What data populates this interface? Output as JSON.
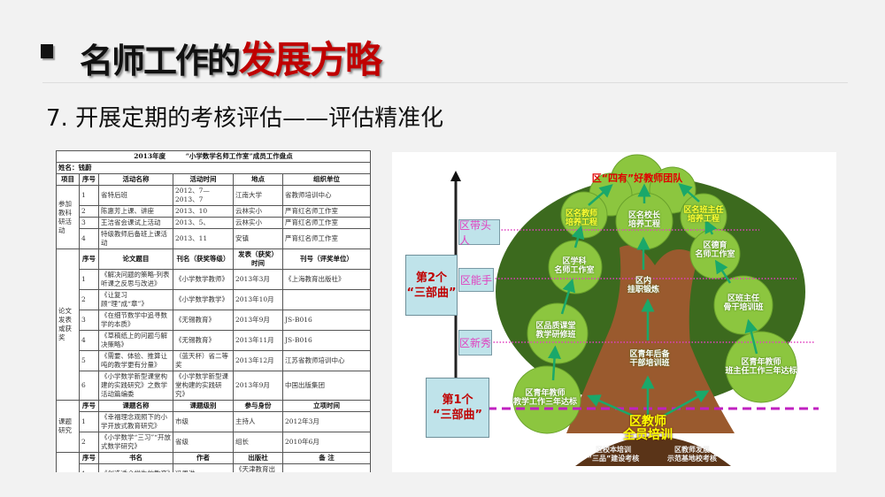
{
  "header": {
    "title_black": "名师工作的",
    "title_red": "发展方略",
    "subtitle": "7. 开展定期的考核评估——评估精准化"
  },
  "table": {
    "title": "2013年度　　　“小学数学名师工作室”成员工作盘点",
    "name": "姓名：钱蔚",
    "sections": [
      {
        "category": "参加教科研活动",
        "header": [
          "项目",
          "序号",
          "活动名称",
          "活动时间",
          "地点",
          "组织单位"
        ],
        "rows": [
          [
            "1",
            "省特后班",
            "2012、7—2013、7",
            "江南大学",
            "省教师培训中心"
          ],
          [
            "2",
            "陈惠芳上课、讲座",
            "2013、10",
            "云林实小",
            "严育红名师工作室"
          ],
          [
            "3",
            "王洁省会课试上活动",
            "2013、5、",
            "云林实小",
            "严育红名师工作室"
          ],
          [
            "4",
            "特级教师后备班上课活动",
            "2013、11",
            "安镇",
            "严育红名师工作室"
          ]
        ]
      },
      {
        "category": "论文发表或获奖",
        "header": [
          "序号",
          "论文题目",
          "刊名（获奖等级）",
          "发表（获奖）时间",
          "刊号（评奖单位）"
        ],
        "rows": [
          [
            "1",
            "《解决问题的策略-列表听课之反思与改进》",
            "《小学数学教师》",
            "2013年3月",
            "《上海教育出版社》"
          ],
          [
            "2",
            "《让复习顾“理”成“章”》",
            "《小学数学教学》",
            "2013年10月",
            ""
          ],
          [
            "3",
            "《在细节数学中追寻数学的本质》",
            "《无锡教育》",
            "2013年9月",
            "JS-B016"
          ],
          [
            "4",
            "《草稿纸上的问题与解决策略》",
            "《无锡教育》",
            "2013年11月",
            "JS-B016"
          ],
          [
            "5",
            "《需要、体验、推算让吨的教学更有分量》",
            "（蓝天杯）省二等奖",
            "2013年12月",
            "江苏省教师培训中心"
          ],
          [
            "6",
            "《小学数学新型课堂构建的实践研究》之数学活动篇编委",
            "《小学数学新型课堂构建的实践研究》",
            "2013年9月",
            "中国出版集团"
          ]
        ]
      },
      {
        "category": "课题研究",
        "header": [
          "序号",
          "课题名称",
          "课题级别",
          "参与身份",
          "立项时间"
        ],
        "rows": [
          [
            "1",
            "《幸福理念观照下的小学开放式教育研究》",
            "市级",
            "主持人",
            "2012年3月"
          ],
          [
            "2",
            "《小学数学“三习”“开放式数学研究》",
            "省级",
            "组长",
            "2010年6月"
          ]
        ]
      },
      {
        "category": "",
        "header": [
          "序号",
          "书名",
          "作者",
          "出版社",
          "备 注"
        ],
        "rows": [
          [
            "1",
            "《创造适合学生的教育》",
            "冯恩洪",
            "《天津教育出版社》",
            ""
          ]
        ]
      }
    ]
  },
  "tree": {
    "top": "区“四有”好教师团队",
    "nodes": {
      "famous_teacher": "区名教师\n培养工程",
      "famous_principal": "区名校长\n培养工程",
      "famous_head_teacher": "区名班主任\n培养工程",
      "moral_studio": "区德育\n名师工作室",
      "subject_studio": "区学科\n名师工作室",
      "post_training": "区内\n挂职锻炼",
      "head_teacher_class": "区班主任\n骨干培训班",
      "quality_class": "区品质课堂\n教学研修班",
      "cadre_class": "区青年后备\n干部培训班",
      "young_head_teacher": "区青年教师\n班主任工作三年达标",
      "young_teaching": "区青年教师\n教学工作三年达标",
      "all_training": "区教师\n全员培训",
      "school_training": "区校本培训\n“三品”建设考核",
      "base_school": "区教师发展\n示范基地校考核"
    },
    "levels": {
      "leader": "区带头人",
      "expert": "区能手",
      "newcomer": "区新秀"
    },
    "stage2": {
      "line1": "第2个",
      "line2": "“三部曲”"
    },
    "stage1": {
      "line1": "第1个",
      "line2": "“三部曲”"
    }
  }
}
